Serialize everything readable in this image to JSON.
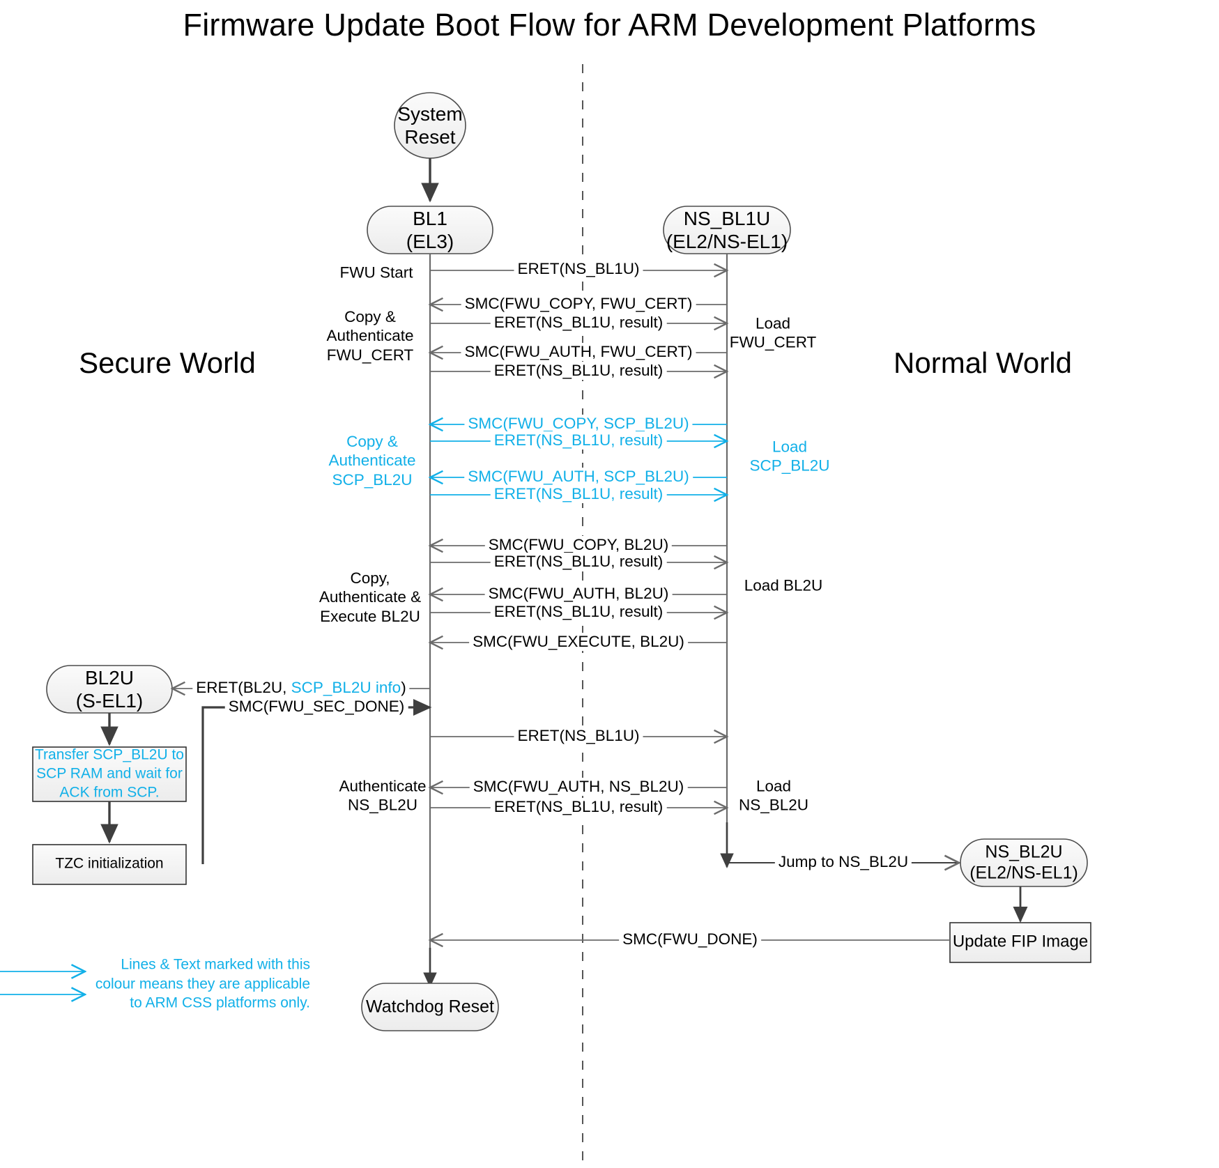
{
  "title": "Firmware Update Boot Flow for ARM Development Platforms",
  "colors": {
    "accent_cyan": "#12B0E8",
    "line_black": "#3f3f3f",
    "line_gray": "#7f7f7f",
    "node_fill": "#f3f3f3",
    "node_stroke": "#4d4d4d",
    "box_stroke": "#333333"
  },
  "worlds": {
    "secure": "Secure\nWorld",
    "normal": "Normal\nWorld"
  },
  "nodes": {
    "system_reset": "System\nReset",
    "bl1": "BL1\n(EL3)",
    "ns_bl1u": "NS_BL1U\n(EL2/NS-EL1)",
    "bl2u": "BL2U\n(S-EL1)",
    "ns_bl2u": "NS_BL2U\n(EL2/NS-EL1)",
    "watchdog_reset": "Watchdog Reset"
  },
  "process_boxes": {
    "transfer_scp": "Transfer SCP_BL2U to\nSCP RAM and wait for\nACK from SCP.",
    "tzc_init": "TZC initialization",
    "update_fip": "Update FIP Image"
  },
  "messages": [
    {
      "id": "m1",
      "text": "ERET(NS_BL1U)",
      "dir": "right",
      "cyan": false
    },
    {
      "id": "m2",
      "text": "SMC(FWU_COPY, FWU_CERT)",
      "dir": "left",
      "cyan": false
    },
    {
      "id": "m3",
      "text": "ERET(NS_BL1U, result)",
      "dir": "right",
      "cyan": false
    },
    {
      "id": "m4",
      "text": "SMC(FWU_AUTH, FWU_CERT)",
      "dir": "left",
      "cyan": false
    },
    {
      "id": "m5",
      "text": "ERET(NS_BL1U, result)",
      "dir": "right",
      "cyan": false
    },
    {
      "id": "m6",
      "text": "SMC(FWU_COPY, SCP_BL2U)",
      "dir": "left",
      "cyan": true
    },
    {
      "id": "m7",
      "text": "ERET(NS_BL1U, result)",
      "dir": "right",
      "cyan": true
    },
    {
      "id": "m8",
      "text": "SMC(FWU_AUTH, SCP_BL2U)",
      "dir": "left",
      "cyan": true
    },
    {
      "id": "m9",
      "text": "ERET(NS_BL1U, result)",
      "dir": "right",
      "cyan": true
    },
    {
      "id": "m10",
      "text": "SMC(FWU_COPY, BL2U)",
      "dir": "left",
      "cyan": false
    },
    {
      "id": "m11",
      "text": "ERET(NS_BL1U, result)",
      "dir": "right",
      "cyan": false
    },
    {
      "id": "m12",
      "text": "SMC(FWU_AUTH, BL2U)",
      "dir": "left",
      "cyan": false
    },
    {
      "id": "m13",
      "text": "ERET(NS_BL1U, result)",
      "dir": "right",
      "cyan": false
    },
    {
      "id": "m14",
      "text": "SMC(FWU_EXECUTE, BL2U)",
      "dir": "left",
      "cyan": false
    },
    {
      "id": "m15",
      "text": "SMC(FWU_SEC_DONE)",
      "dir": "right",
      "cyan": false
    },
    {
      "id": "m16",
      "text": "ERET(NS_BL1U)",
      "dir": "right",
      "cyan": false
    },
    {
      "id": "m17",
      "text": "SMC(FWU_AUTH, NS_BL2U)",
      "dir": "left",
      "cyan": false
    },
    {
      "id": "m18",
      "text": "ERET(NS_BL1U, result)",
      "dir": "right",
      "cyan": false
    },
    {
      "id": "m19",
      "text": "Jump to NS_BL2U",
      "dir": "right",
      "cyan": false
    },
    {
      "id": "m20",
      "text": "SMC(FWU_DONE)",
      "dir": "left",
      "cyan": false
    }
  ],
  "eret_bl2u": {
    "prefix": "ERET(BL2U, ",
    "cyan_part": "SCP_BL2U info",
    "suffix": ")"
  },
  "secure_labels": [
    {
      "id": "s1",
      "text": "FWU Start",
      "cyan": false
    },
    {
      "id": "s2",
      "text": "Copy &\nAuthenticate\nFWU_CERT",
      "cyan": false
    },
    {
      "id": "s3",
      "text": "Copy &\nAuthenticate\nSCP_BL2U",
      "cyan": true
    },
    {
      "id": "s4",
      "text": "Copy,\nAuthenticate &\nExecute BL2U",
      "cyan": false
    },
    {
      "id": "s5",
      "text": "Authenticate\nNS_BL2U",
      "cyan": false
    }
  ],
  "normal_labels": [
    {
      "id": "n1",
      "text": "Load\nFWU_CERT",
      "cyan": false
    },
    {
      "id": "n2",
      "text": "Load\nSCP_BL2U",
      "cyan": true
    },
    {
      "id": "n3",
      "text": "Load BL2U",
      "cyan": false
    },
    {
      "id": "n4",
      "text": "Load\nNS_BL2U",
      "cyan": false
    }
  ],
  "legend": {
    "text": "Lines & Text marked with this\ncolour means they are applicable\nto ARM CSS platforms only."
  }
}
